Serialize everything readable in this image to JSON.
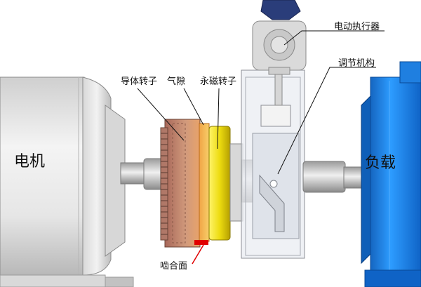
{
  "labels": {
    "motor": "电机",
    "load": "负载",
    "conductor_rotor": "导体转子",
    "air_gap": "气隙",
    "magnet_rotor": "永磁转子",
    "actuator": "电动执行器",
    "adjust_mechanism": "调节机构",
    "engagement_surface": "啮合面"
  },
  "colors": {
    "conductor_rotor": "#c98a62",
    "magnet_rotor": "#e8e21a",
    "air_gap": "#f4b64a",
    "load_body": "#1e8ff0",
    "highlight_line": "#e00000"
  }
}
